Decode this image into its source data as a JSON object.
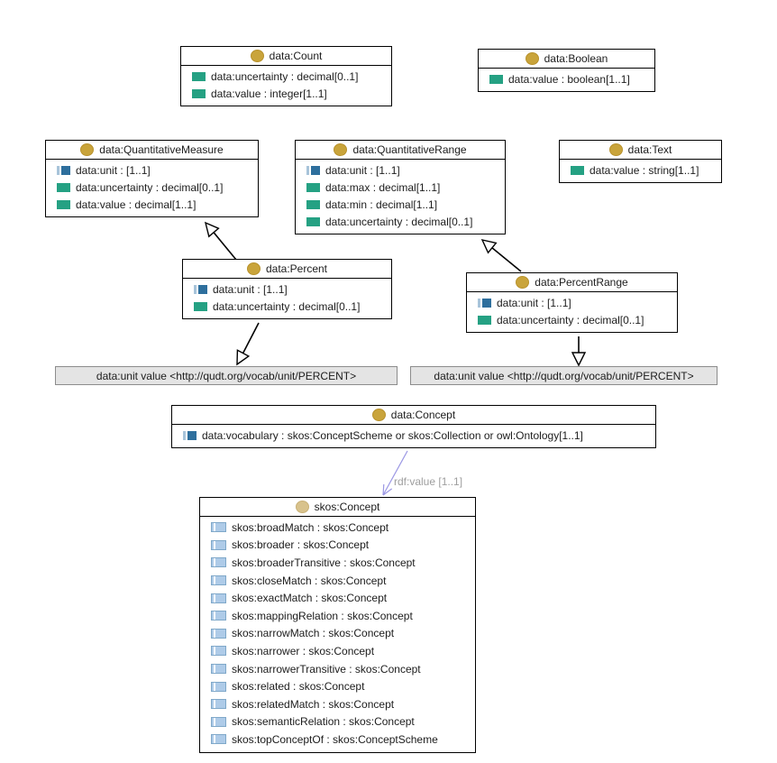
{
  "diagram": {
    "classes": [
      {
        "name": "data:Count",
        "attributes": [
          {
            "icon": "teal-attribute-icon",
            "text": "data:uncertainty : decimal[0..1]"
          },
          {
            "icon": "teal-attribute-icon",
            "text": "data:value : integer[1..1]"
          }
        ]
      },
      {
        "name": "data:Boolean",
        "attributes": [
          {
            "icon": "teal-attribute-icon",
            "text": "data:value : boolean[1..1]"
          }
        ]
      },
      {
        "name": "data:QuantitativeMeasure",
        "attributes": [
          {
            "icon": "blue-attribute-icon",
            "text": "data:unit : [1..1]"
          },
          {
            "icon": "teal-attribute-icon",
            "text": "data:uncertainty : decimal[0..1]"
          },
          {
            "icon": "teal-attribute-icon",
            "text": "data:value : decimal[1..1]"
          }
        ]
      },
      {
        "name": "data:QuantitativeRange",
        "attributes": [
          {
            "icon": "blue-attribute-icon",
            "text": "data:unit : [1..1]"
          },
          {
            "icon": "teal-attribute-icon",
            "text": "data:max : decimal[1..1]"
          },
          {
            "icon": "teal-attribute-icon",
            "text": "data:min : decimal[1..1]"
          },
          {
            "icon": "teal-attribute-icon",
            "text": "data:uncertainty : decimal[0..1]"
          }
        ]
      },
      {
        "name": "data:Text",
        "attributes": [
          {
            "icon": "teal-attribute-icon",
            "text": "data:value : string[1..1]"
          }
        ]
      },
      {
        "name": "data:Percent",
        "attributes": [
          {
            "icon": "blue-attribute-icon",
            "text": "data:unit : [1..1]"
          },
          {
            "icon": "teal-attribute-icon",
            "text": "data:uncertainty : decimal[0..1]"
          }
        ]
      },
      {
        "name": "data:PercentRange",
        "attributes": [
          {
            "icon": "blue-attribute-icon",
            "text": "data:unit : [1..1]"
          },
          {
            "icon": "teal-attribute-icon",
            "text": "data:uncertainty : decimal[0..1]"
          }
        ]
      },
      {
        "name": "data:Concept",
        "attributes": [
          {
            "icon": "blue-attribute-icon",
            "text": "data:vocabulary : skos:ConceptScheme or skos:Collection or owl:Ontology[1..1]"
          }
        ]
      },
      {
        "name": "skos:Concept",
        "attributes": [
          {
            "icon": "lightblue-attribute-icon",
            "text": "skos:broadMatch : skos:Concept"
          },
          {
            "icon": "lightblue-attribute-icon",
            "text": "skos:broader : skos:Concept"
          },
          {
            "icon": "lightblue-attribute-icon",
            "text": "skos:broaderTransitive : skos:Concept"
          },
          {
            "icon": "lightblue-attribute-icon",
            "text": "skos:closeMatch : skos:Concept"
          },
          {
            "icon": "lightblue-attribute-icon",
            "text": "skos:exactMatch : skos:Concept"
          },
          {
            "icon": "lightblue-attribute-icon",
            "text": "skos:mappingRelation : skos:Concept"
          },
          {
            "icon": "lightblue-attribute-icon",
            "text": "skos:narrowMatch : skos:Concept"
          },
          {
            "icon": "lightblue-attribute-icon",
            "text": "skos:narrower : skos:Concept"
          },
          {
            "icon": "lightblue-attribute-icon",
            "text": "skos:narrowerTransitive : skos:Concept"
          },
          {
            "icon": "lightblue-attribute-icon",
            "text": "skos:related : skos:Concept"
          },
          {
            "icon": "lightblue-attribute-icon",
            "text": "skos:relatedMatch : skos:Concept"
          },
          {
            "icon": "lightblue-attribute-icon",
            "text": "skos:semanticRelation : skos:Concept"
          },
          {
            "icon": "lightblue-attribute-icon",
            "text": "skos:topConceptOf : skos:ConceptScheme"
          }
        ]
      }
    ],
    "notes": [
      {
        "text": "data:unit value <http://qudt.org/vocab/unit/PERCENT>"
      },
      {
        "text": "data:unit value <http://qudt.org/vocab/unit/PERCENT>"
      }
    ],
    "edges": {
      "rdf_value_label": "rdf:value [1..1]"
    },
    "colors": {
      "class_icon_gold": "#C9A43B",
      "class_icon_tan": "#D8C28C",
      "attr_teal": "#25A183",
      "attr_blue": "#2E6F9D",
      "attr_lightblue": "#AECBE8",
      "note_background": "#E4E4E4",
      "note_border": "#8C8C8C",
      "edge_black": "#000000",
      "edge_purple": "#9B97E4",
      "edge_label_gray": "#9E9E9E"
    }
  }
}
